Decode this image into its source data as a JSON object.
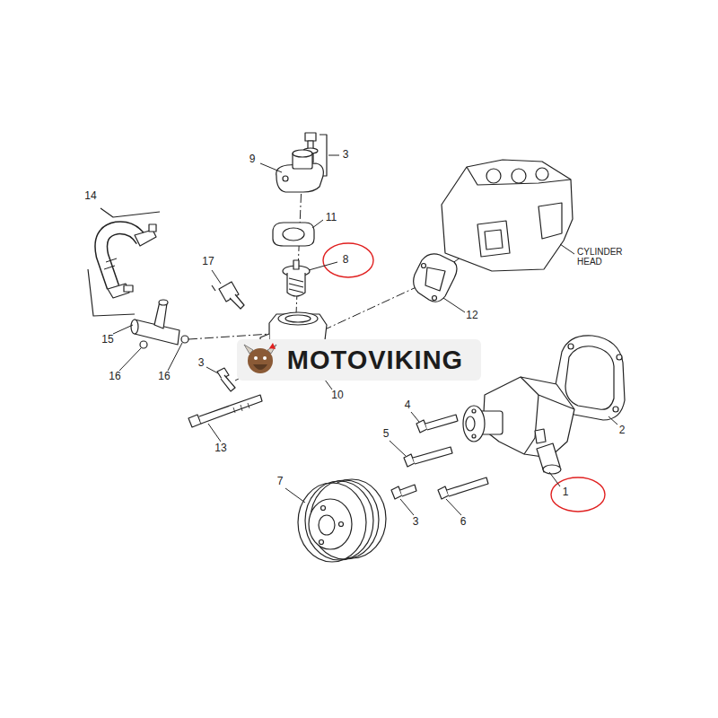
{
  "diagram": {
    "labels": [
      "3",
      "9",
      "11",
      "8",
      "17",
      "14",
      "15",
      "16",
      "16",
      "12",
      "CYLINDER HEAD",
      "3",
      "10",
      "13",
      "4",
      "5",
      "3",
      "6",
      "2",
      "1",
      "7",
      "MOTOVIKING"
    ]
  }
}
